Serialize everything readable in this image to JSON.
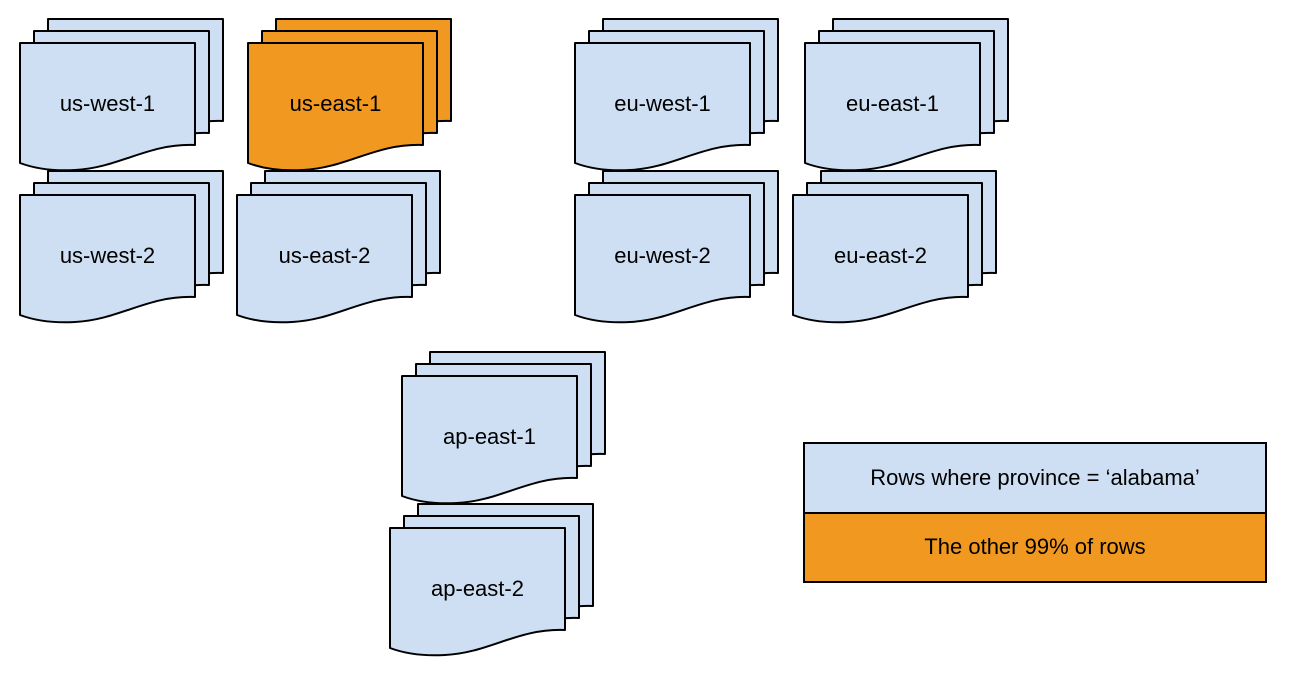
{
  "colors": {
    "region_fill": "#CEDFF3",
    "highlight_fill": "#F0981F",
    "stroke": "#000000",
    "background": "#ffffff",
    "text": "#000000"
  },
  "regions": [
    {
      "label": "us-west-1",
      "highlighted": false
    },
    {
      "label": "us-east-1",
      "highlighted": true
    },
    {
      "label": "eu-west-1",
      "highlighted": false
    },
    {
      "label": "eu-east-1",
      "highlighted": false
    },
    {
      "label": "us-west-2",
      "highlighted": false
    },
    {
      "label": "us-east-2",
      "highlighted": false
    },
    {
      "label": "eu-west-2",
      "highlighted": false
    },
    {
      "label": "eu-east-2",
      "highlighted": false
    },
    {
      "label": "ap-east-1",
      "highlighted": false
    },
    {
      "label": "ap-east-2",
      "highlighted": false
    }
  ],
  "legend": {
    "items": [
      {
        "label": "Rows where province = ‘alabama’",
        "color": "#CEDFF3"
      },
      {
        "label": "The other 99% of rows",
        "color": "#F0981F"
      }
    ]
  }
}
